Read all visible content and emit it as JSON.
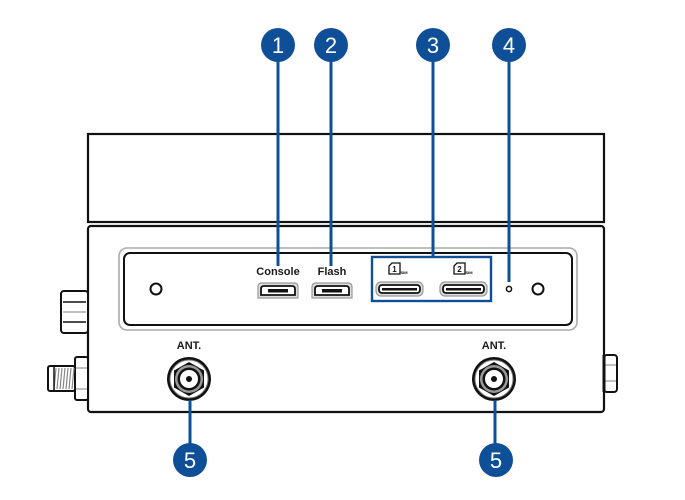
{
  "diagram": {
    "title": "Device rear I/O panel",
    "accent_color": "#0f4f98",
    "ports": {
      "console_label": "Console",
      "flash_label": "Flash",
      "sim1_number": "1",
      "sim2_number": "2",
      "sim_text": "SIM",
      "antenna_left_label": "ANT.",
      "antenna_right_label": "ANT."
    },
    "callouts": [
      {
        "number": "1",
        "target": "Console port"
      },
      {
        "number": "2",
        "target": "Flash port"
      },
      {
        "number": "3",
        "target": "SIM card slots"
      },
      {
        "number": "4",
        "target": "Reset pinhole"
      },
      {
        "number": "5",
        "target": "Antenna connector (left)"
      },
      {
        "number": "5",
        "target": "Antenna connector (right)"
      }
    ]
  }
}
